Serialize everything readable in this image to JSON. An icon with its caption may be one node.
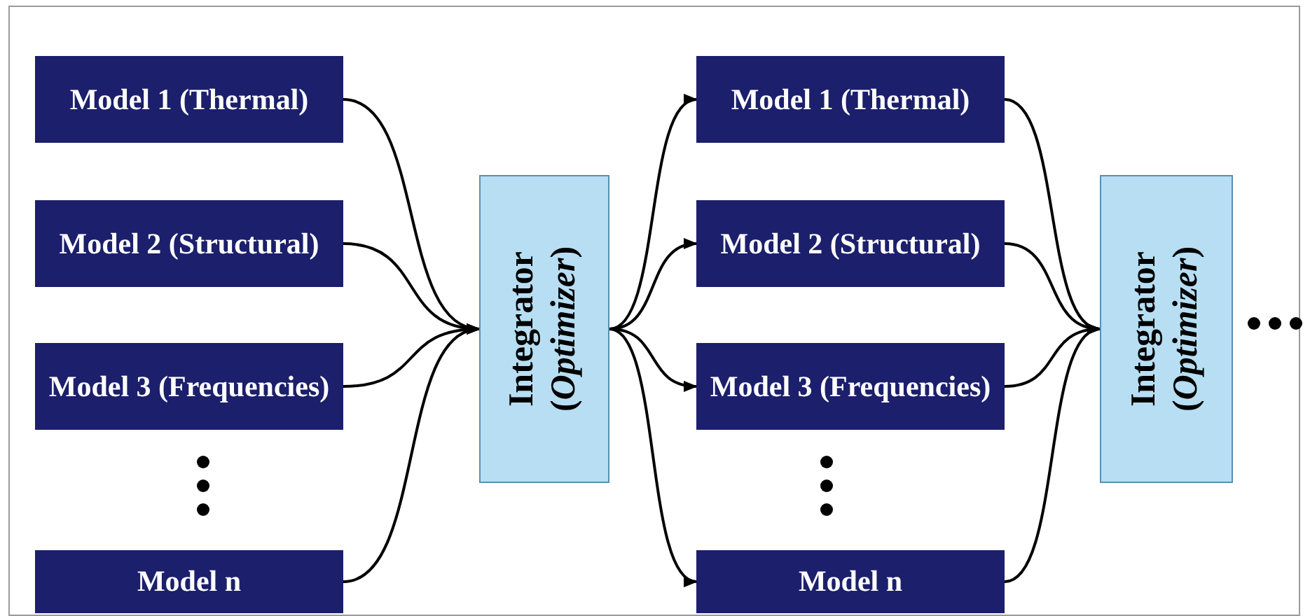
{
  "diagram": {
    "nodes": [
      {
        "text": [
          "Model 1 (Thermal)"
        ]
      },
      {
        "text": [
          "Model 2 (Structural)"
        ]
      },
      {
        "text": [
          "Model 3 (Frequencies)"
        ]
      },
      {
        "text": [
          "Model n"
        ]
      },
      {
        "text": [
          "Integrator (*Optimizer*)"
        ]
      },
      {
        "text": [
          "Model 1 (Thermal)"
        ]
      },
      {
        "text": [
          "Model 2 (Structural)"
        ]
      },
      {
        "text": [
          "Model 3 (Frequencies)"
        ]
      },
      {
        "text": [
          "Model n"
        ]
      },
      {
        "text": [
          "Integrator (*Optimizer*)"
        ]
      }
    ],
    "edges": [
      {
        "from": 0,
        "to": 4,
        "arrow": "to"
      },
      {
        "from": 1,
        "to": 4,
        "arrow": "to"
      },
      {
        "from": 2,
        "to": 4,
        "arrow": "to"
      },
      {
        "from": 3,
        "to": 4,
        "arrow": "to"
      },
      {
        "from": 4,
        "to": 5,
        "arrow": "to"
      },
      {
        "from": 4,
        "to": 6,
        "arrow": "to"
      },
      {
        "from": 4,
        "to": 7,
        "arrow": "to"
      },
      {
        "from": 4,
        "to": 8,
        "arrow": "to"
      },
      {
        "from": 5,
        "to": 9,
        "arrow": "to"
      },
      {
        "from": 6,
        "to": 9,
        "arrow": "to"
      },
      {
        "from": 7,
        "to": 9,
        "arrow": "to"
      },
      {
        "from": 8,
        "to": 9,
        "arrow": "to"
      }
    ]
  }
}
